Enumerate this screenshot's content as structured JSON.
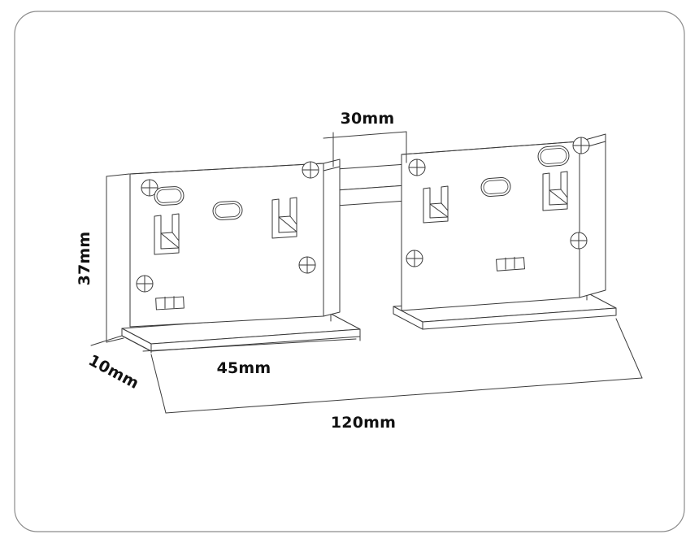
{
  "drawing": {
    "title": "Bracket assembly isometric dimension drawing",
    "units": "mm",
    "line_color": "#3a3a3a",
    "frame_color": "#8c8c8c",
    "background": "#ffffff",
    "text_color": "#111111"
  },
  "dimensions": {
    "height": {
      "label": "37mm",
      "value": 37,
      "units": "mm",
      "orientation": "vertical-left",
      "rotation_deg": -90
    },
    "depth": {
      "label": "10mm",
      "value": 10,
      "units": "mm",
      "orientation": "diagonal-lower-left",
      "rotation_deg": 28
    },
    "plate_width": {
      "label": "45mm",
      "value": 45,
      "units": "mm",
      "orientation": "horizontal-bottom-left",
      "rotation_deg": 0
    },
    "rod_length": {
      "label": "30mm",
      "value": 30,
      "units": "mm",
      "orientation": "horizontal-top-center",
      "rotation_deg": 0
    },
    "overall_length": {
      "label": "120mm",
      "value": 120,
      "units": "mm",
      "orientation": "horizontal-bottom",
      "rotation_deg": 0
    }
  },
  "parts": {
    "left_bracket": {
      "name": "left-bracket",
      "screws": 4,
      "oval_slots": 2,
      "hook_slots": 2,
      "vent_rectangle": 1,
      "base_plate": true
    },
    "right_bracket": {
      "name": "right-bracket",
      "screws": 4,
      "oval_slots": 2,
      "hook_slots": 2,
      "vent_rectangle": 1,
      "base_plate": true
    },
    "connecting_rod": {
      "name": "connecting-rod",
      "shape": "rounded-bar",
      "length_label": "30mm"
    }
  }
}
